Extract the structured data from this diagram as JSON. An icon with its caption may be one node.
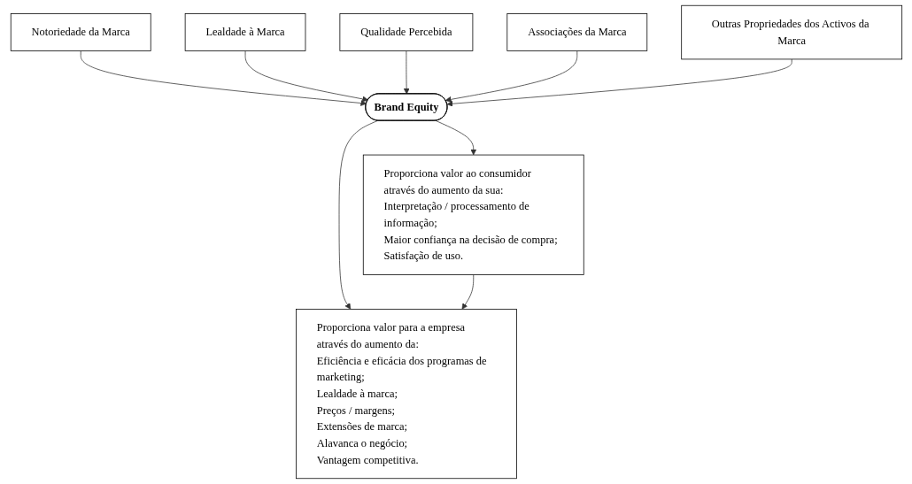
{
  "diagram": {
    "nodes": [
      {
        "text": [
          "Notoriedade da Marca"
        ]
      },
      {
        "text": [
          "Lealdade à Marca"
        ]
      },
      {
        "text": [
          "Qualidade Percebida"
        ]
      },
      {
        "text": [
          "Associações da Marca"
        ]
      },
      {
        "text": [
          "Brand Equity"
        ]
      },
      {
        "text": [
          "Outras Propriedades dos Activos da Marca"
        ]
      },
      {
        "text": [
          "Proporciona valor ao consumidor através do aumento da sua:",
          "Interpretação / processamento de informação;",
          "Maior confiança na decisão de compra;",
          "Satisfação de uso."
        ]
      },
      {
        "text": [
          "Proporciona valor para a empresa através do aumento da:",
          "Eficiência e eficácia dos programas de marketing;",
          "Lealdade à marca;",
          "Preços / margens;",
          "Extensões de marca;",
          "Alavanca o negócio;",
          "Vantagem competitiva."
        ]
      }
    ],
    "edges": [
      {
        "from": 0,
        "to": 4,
        "arrow": "to"
      },
      {
        "from": 1,
        "to": 4,
        "arrow": "to"
      },
      {
        "from": 2,
        "to": 4,
        "arrow": "to"
      },
      {
        "from": 3,
        "to": 4,
        "arrow": "to"
      },
      {
        "from": 5,
        "to": 4,
        "arrow": "to"
      },
      {
        "from": 4,
        "to": 6,
        "arrow": "to"
      },
      {
        "from": 4,
        "to": 7,
        "arrow": "to"
      },
      {
        "from": 6,
        "to": 7,
        "arrow": "to"
      }
    ]
  }
}
